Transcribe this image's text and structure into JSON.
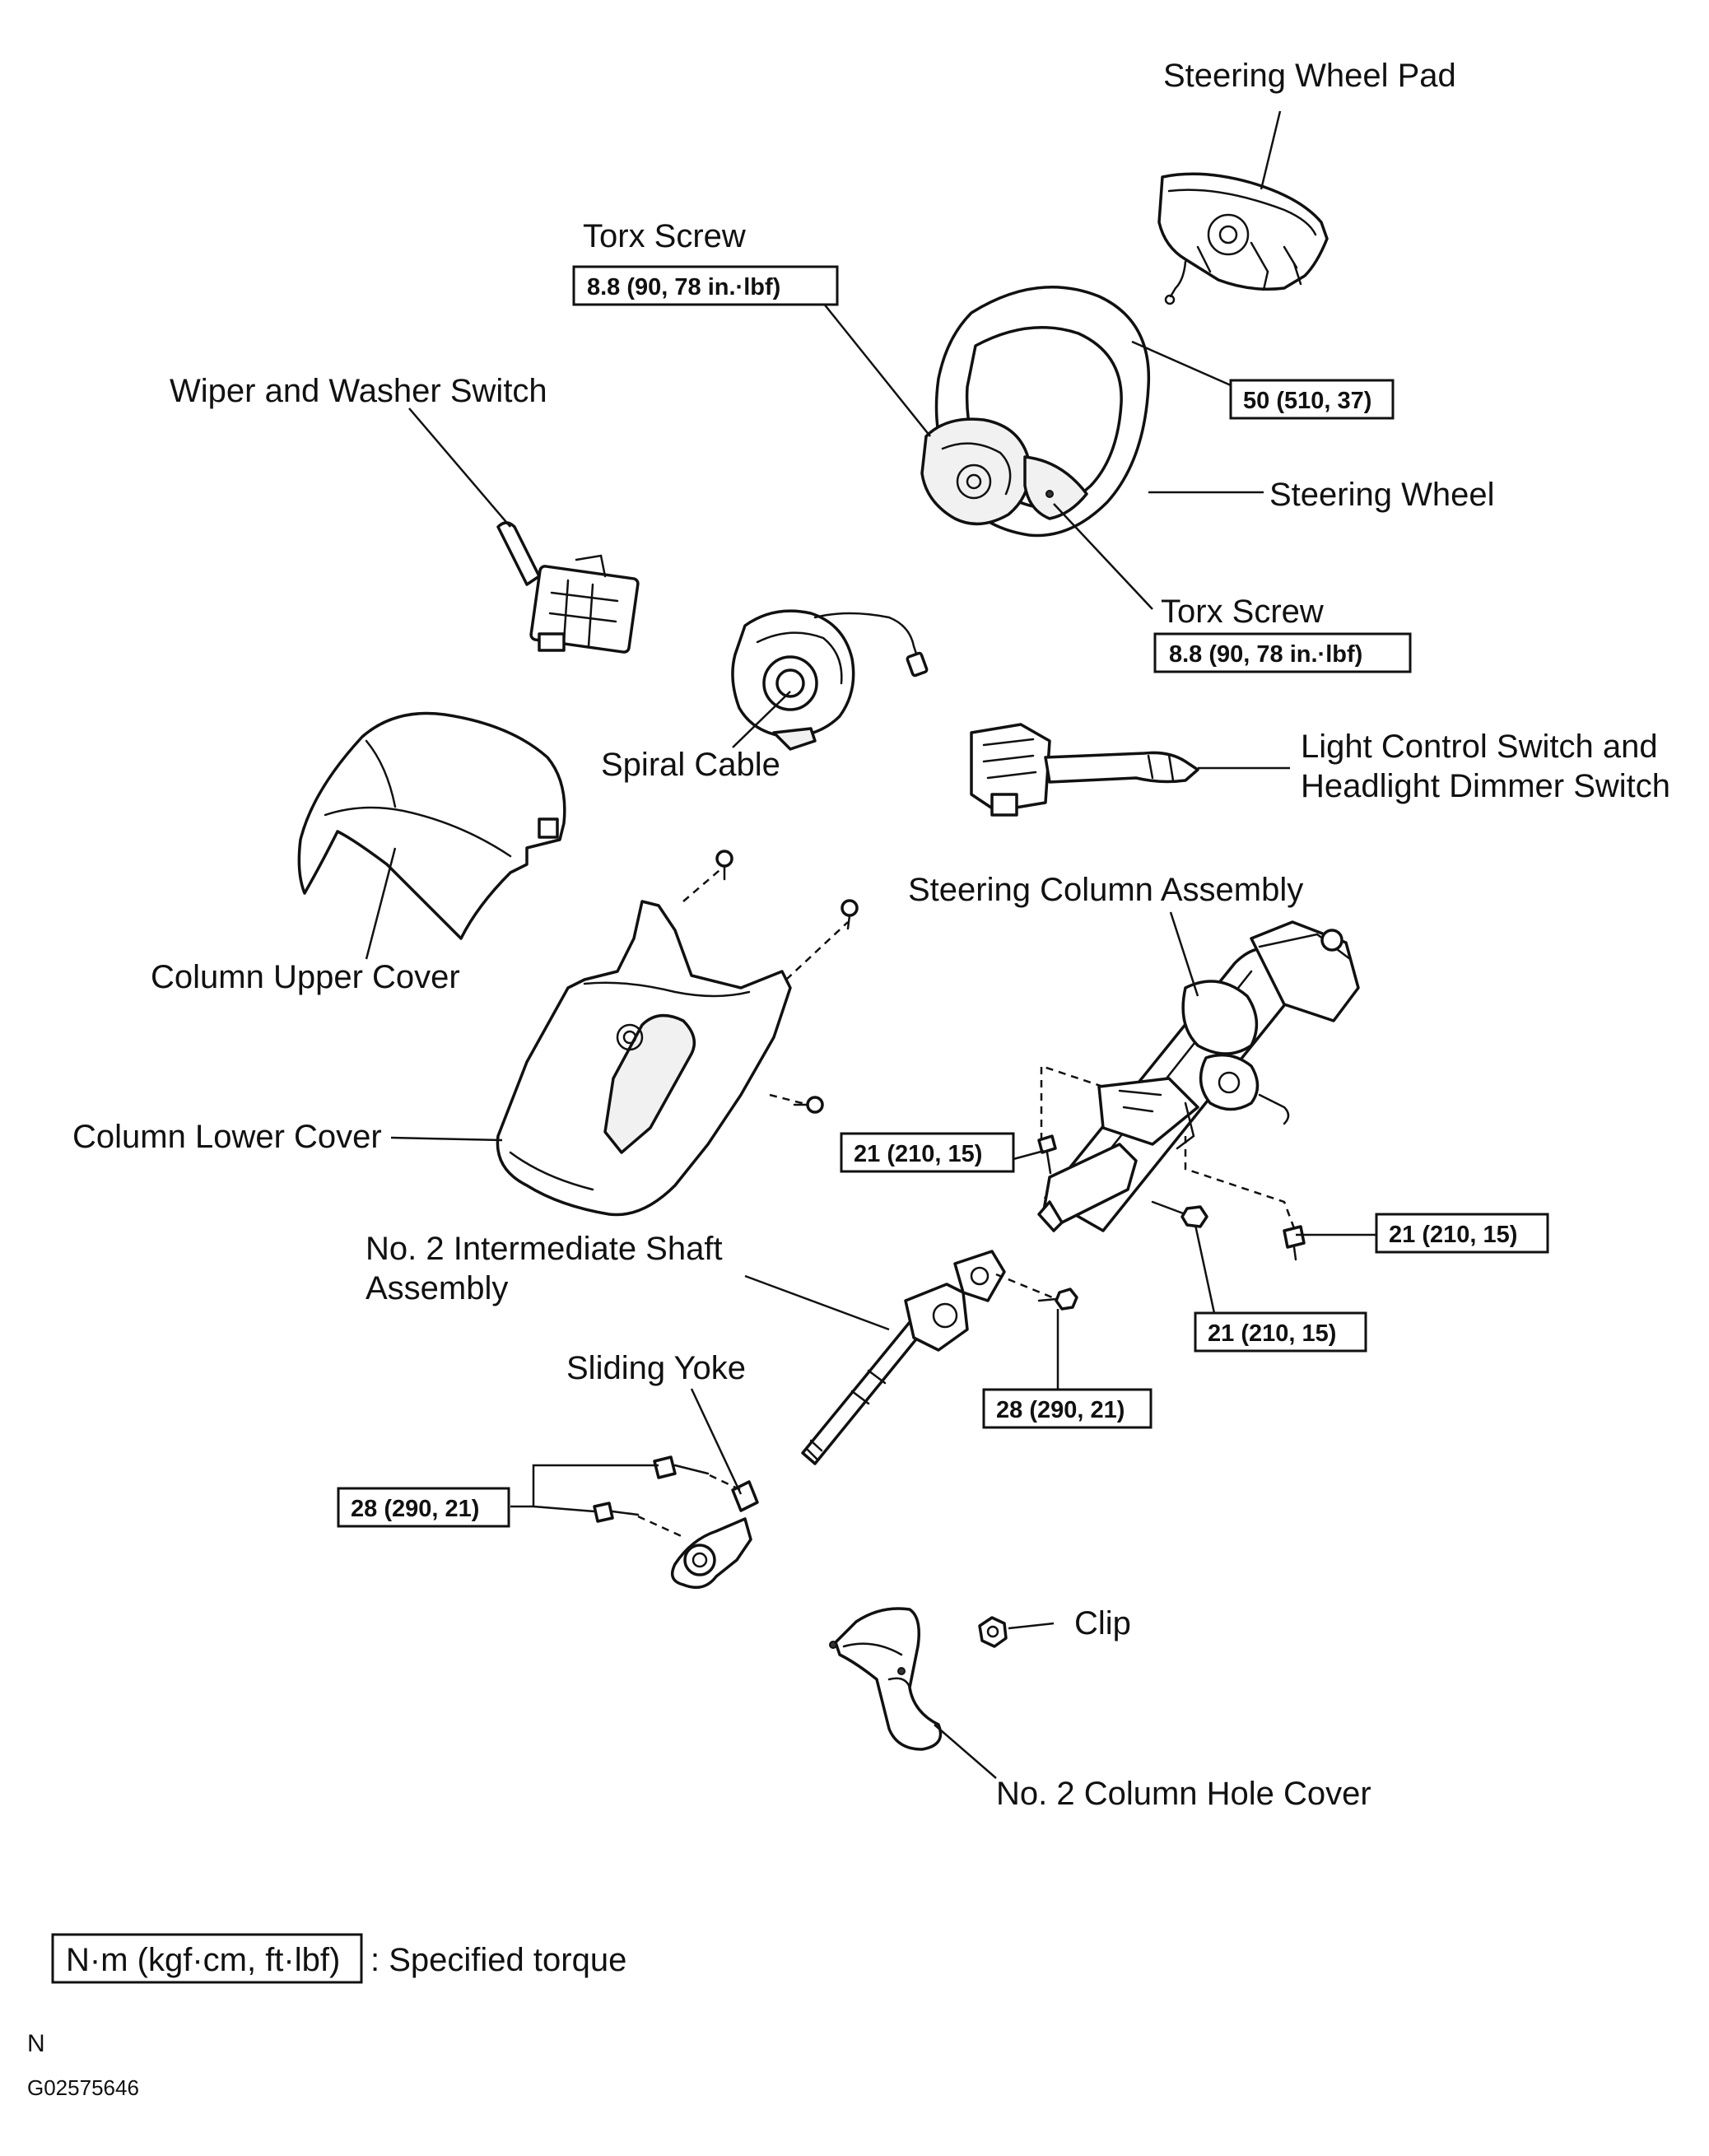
{
  "labels": {
    "steering_wheel_pad": "Steering Wheel Pad",
    "torx_screw_top": "Torx Screw",
    "wiper_washer_switch": "Wiper and Washer Switch",
    "steering_wheel": "Steering Wheel",
    "torx_screw_bottom": "Torx Screw",
    "spiral_cable": "Spiral Cable",
    "light_control_switch_line1": "Light Control Switch and",
    "light_control_switch_line2": "Headlight Dimmer Switch",
    "column_upper_cover": "Column Upper Cover",
    "steering_column_assembly": "Steering Column Assembly",
    "column_lower_cover": "Column Lower Cover",
    "intermediate_shaft_line1": "No. 2 Intermediate Shaft",
    "intermediate_shaft_line2": "Assembly",
    "sliding_yoke": "Sliding Yoke",
    "clip": "Clip",
    "column_hole_cover": "No. 2 Column Hole Cover"
  },
  "torques": {
    "torx_top": "8.8 (90, 78 in.·lbf)",
    "wheel_nut": "50 (510, 37)",
    "torx_bottom": "8.8 (90, 78 in.·lbf)",
    "column_left": "21 (210, 15)",
    "column_right": "21 (210, 15)",
    "column_bottom": "21 (210, 15)",
    "intermediate_shaft": "28 (290, 21)",
    "sliding_yoke": "28 (290, 21)"
  },
  "legend": {
    "unit_box": "N·m (kgf·cm, ft·lbf)",
    "description": ": Specified torque"
  },
  "footer": {
    "letter": "N",
    "figure_id": "G02575646"
  }
}
